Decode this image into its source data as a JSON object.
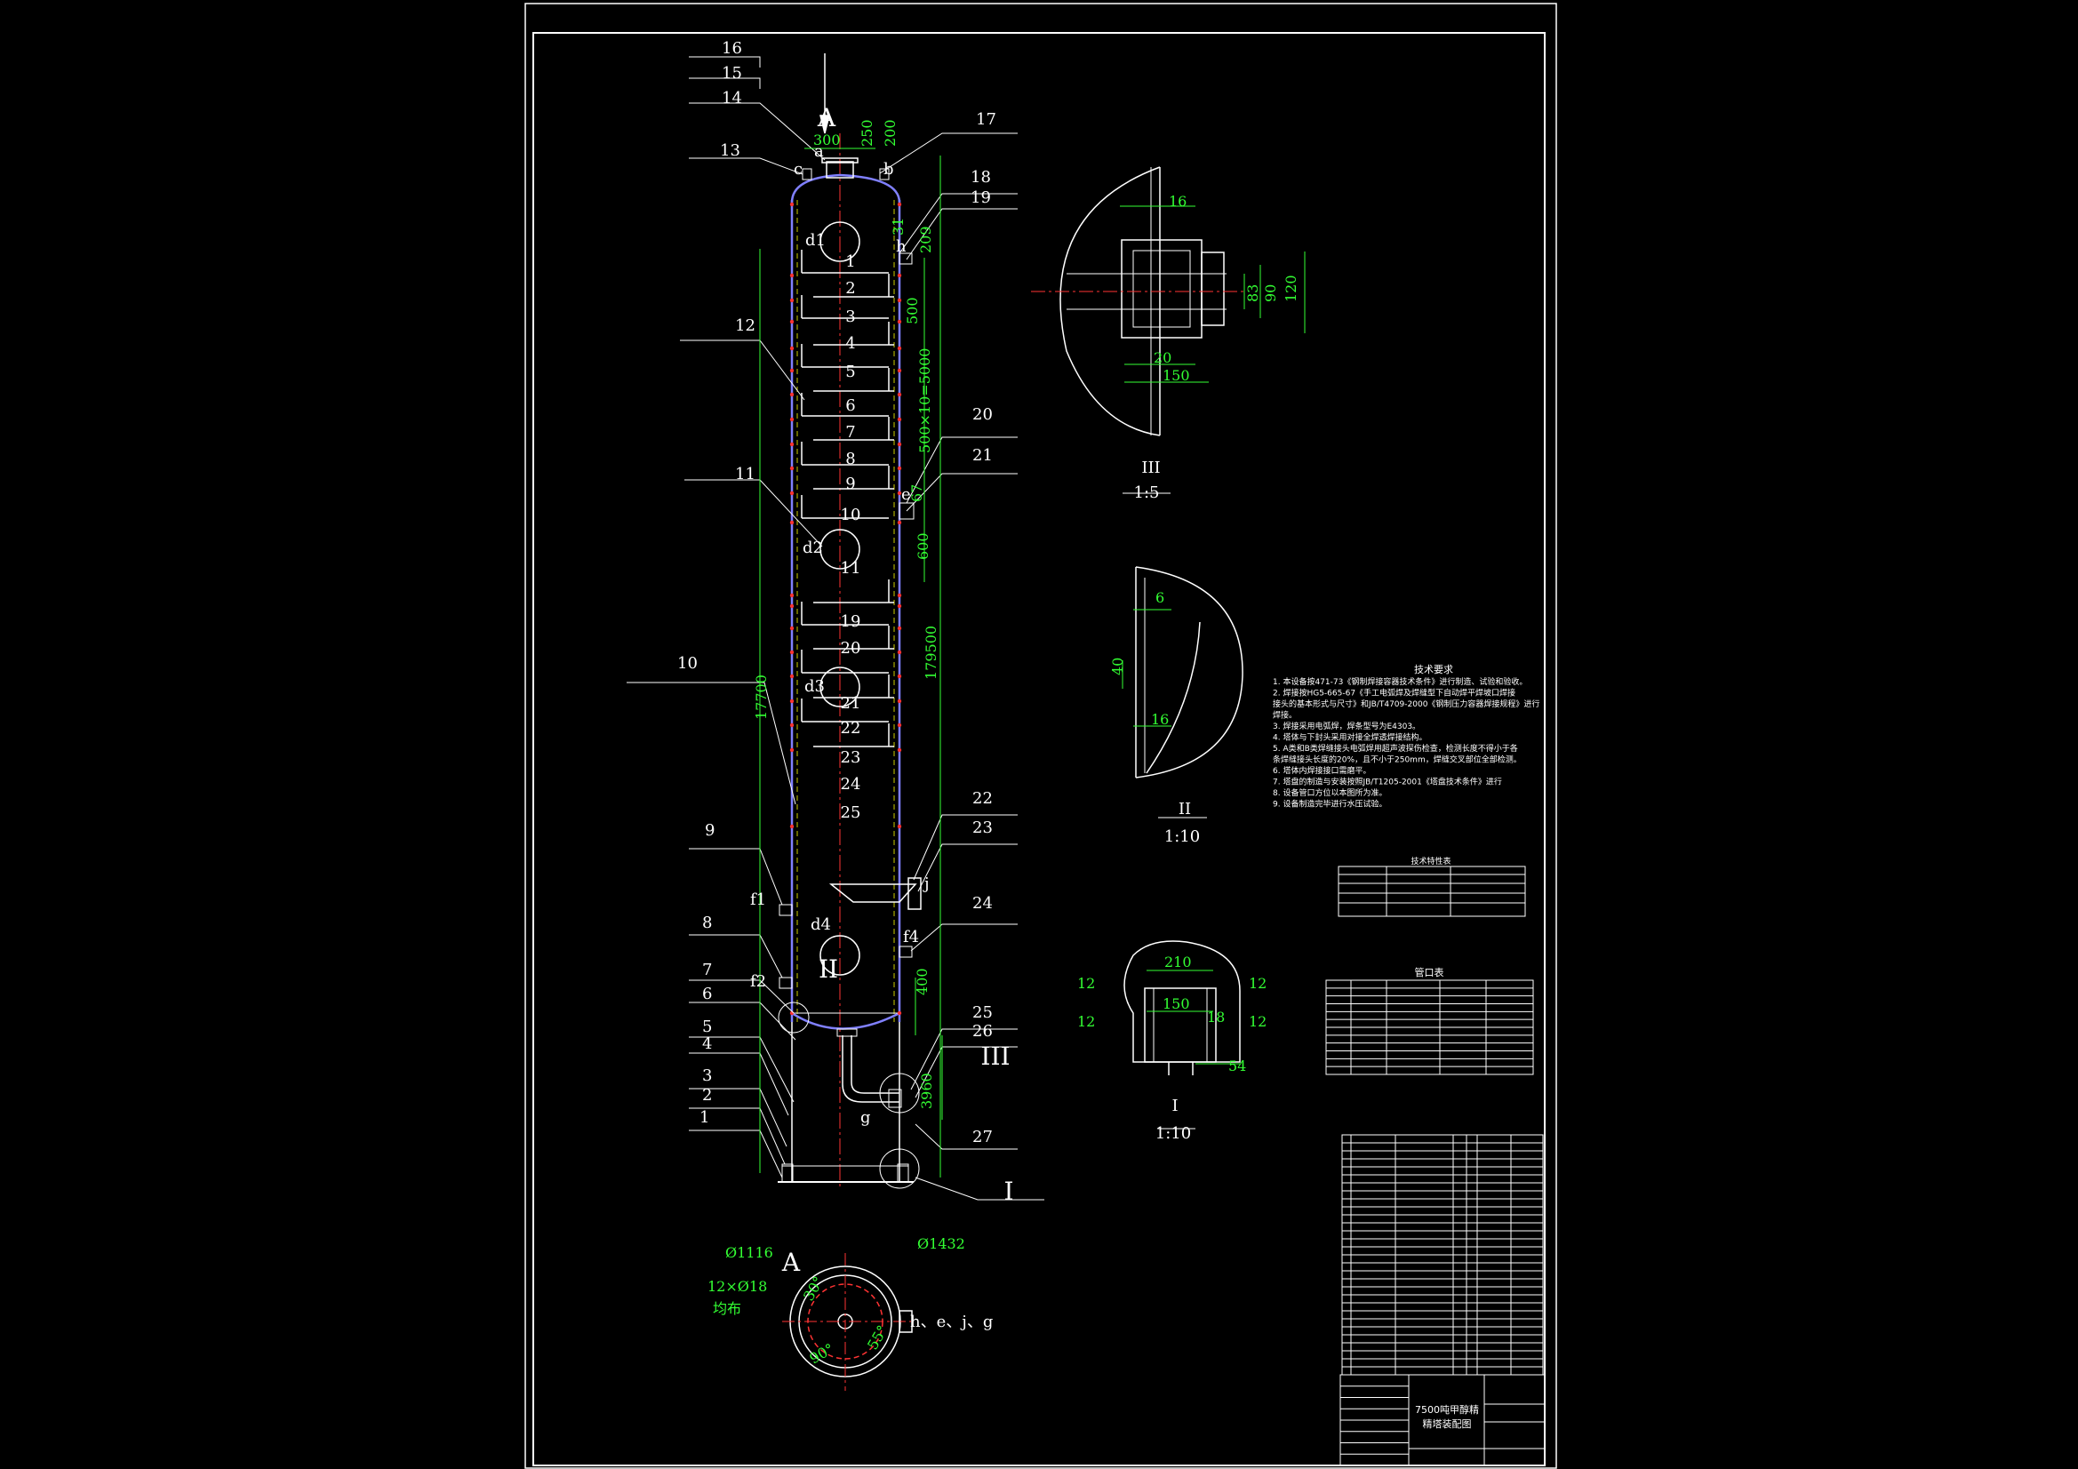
{
  "part_labels": [
    "1",
    "2",
    "3",
    "4",
    "5",
    "6",
    "7",
    "8",
    "9",
    "10",
    "11",
    "12",
    "13",
    "14",
    "15",
    "16",
    "17",
    "18",
    "19",
    "20",
    "21",
    "22",
    "23",
    "24",
    "25",
    "26",
    "27"
  ],
  "tray_numbers": [
    "1",
    "2",
    "3",
    "4",
    "5",
    "6",
    "7",
    "8",
    "9",
    "10",
    "11",
    "19",
    "20",
    "21",
    "22",
    "23",
    "24",
    "25"
  ],
  "nozzles": {
    "a": "a",
    "b": "b",
    "c": "c",
    "h": "h",
    "e": "e",
    "j": "j",
    "g": "g",
    "f1": "f1",
    "f2": "f2",
    "f4": "f4",
    "d1": "d1",
    "d2": "d2",
    "d3": "d3",
    "d4": "d4"
  },
  "dimensions": {
    "d300": "300",
    "d250": "250",
    "d200": "200",
    "d31": "31",
    "d209": "209",
    "d500": "500",
    "d500x10": "500×10=5000",
    "d67": "67",
    "d600": "600",
    "d17700": "17700",
    "d179500": "179500",
    "d400": "400",
    "d3960": "3960",
    "det_16": "16",
    "det_83": "83",
    "det_90": "90",
    "det_120": "120",
    "det_20": "20",
    "det_150": "150",
    "det2_6": "6",
    "det2_40": "40",
    "det2_16": "16",
    "det1_210": "210",
    "det1_150": "150",
    "det1_18": "18",
    "det1_54": "54",
    "det1_12": "12",
    "phi1116": "Ø1116",
    "phi1432": "Ø1432",
    "holes": "12×Ø18",
    "evenly": "均布",
    "angle30": "30°",
    "angle90": "90°",
    "r55": "55°",
    "hejg": "h、e、j、g"
  },
  "views": {
    "A": "A",
    "A_top": "A",
    "III": "III",
    "III_scale": "1:5",
    "II": "II",
    "II_scale": "1:10",
    "I": "I",
    "I_scale": "1:10"
  },
  "tech_req": {
    "title": "技术要求",
    "lines": [
      "1. 本设备按471-73《钢制焊接容器技术条件》进行制造、试验和验收。",
      "2. 焊接按HG5-665-67《手工电弧焊及焊缝型下自动焊平焊坡口焊接",
      "接头的基本形式与尺寸》和JB/T4709-2000《钢制压力容器焊接规程》进行",
      "焊接。",
      "3. 焊接采用电弧焊，焊条型号为E4303。",
      "4. 塔体与下封头采用对接全焊透焊接结构。",
      "5. A类和B类焊缝接头电弧焊用超声波探伤检查，检测长度不得小于各",
      "条焊缝接头长度的20%，且不小于250mm，焊缝交叉部位全部检测。",
      "6. 塔体内焊接接口需磨平。",
      "7. 塔盘的制造与安装按照JB/T1205-2001《塔盘技术条件》进行",
      "8. 设备管口方位以本图所为准。",
      "9. 设备制造完毕进行水压试验。"
    ]
  },
  "tech_table": {
    "title": "技术特性表"
  },
  "nozzle_table": {
    "title": "管口表"
  },
  "title_block": {
    "name_line1": "7500吨甲醇精",
    "name_line2": "精塔装配图"
  }
}
